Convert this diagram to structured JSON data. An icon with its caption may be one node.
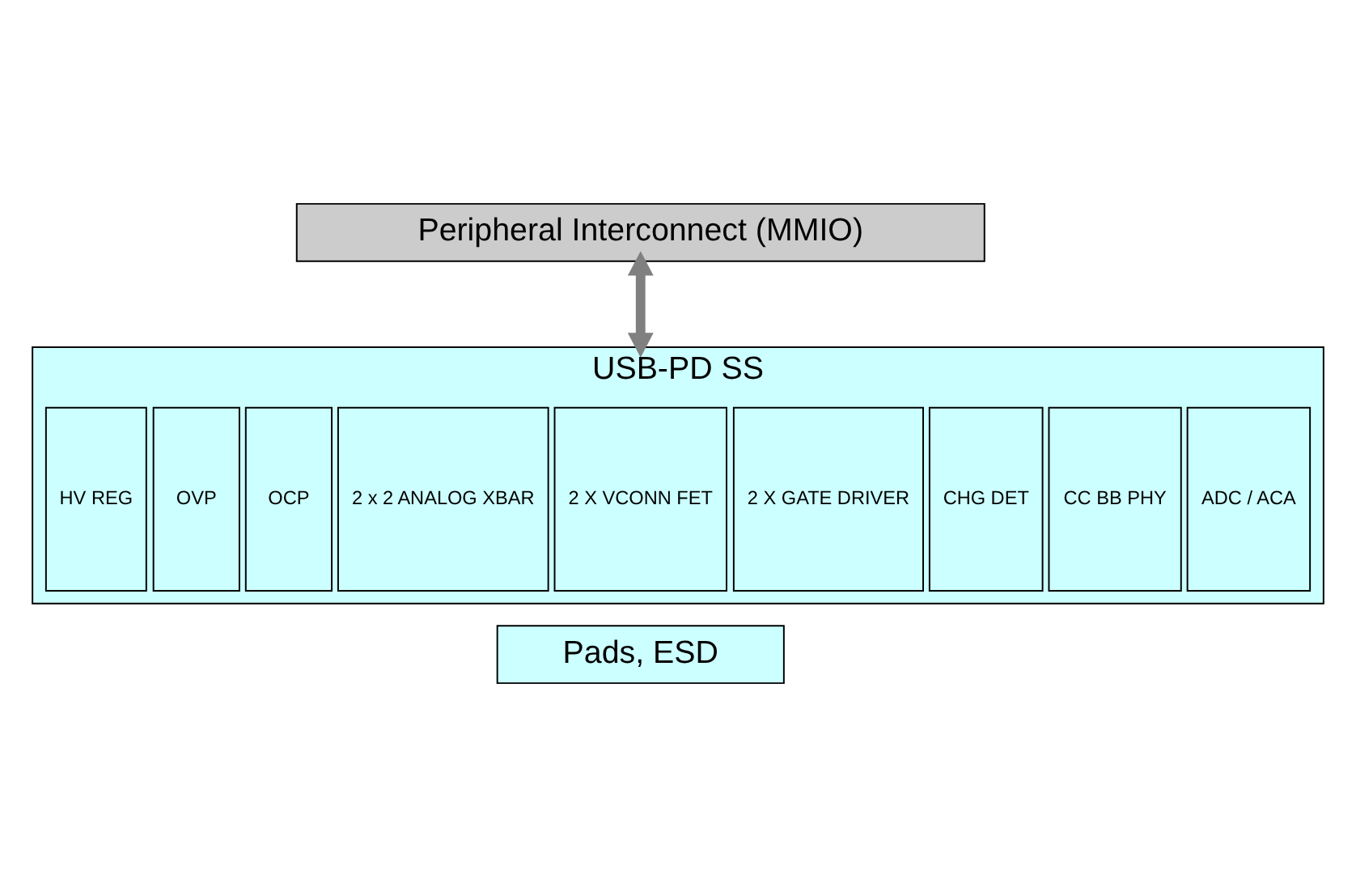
{
  "diagram": {
    "nodes": [
      {
        "text": [
          "Peripheral Interconnect (MMIO)"
        ]
      },
      {
        "text": [
          "USB-PD SS"
        ]
      },
      {
        "text": [
          "HV REG"
        ],
        "in": 1
      },
      {
        "text": [
          "OVP"
        ],
        "in": 1
      },
      {
        "text": [
          "OCP"
        ],
        "in": 1
      },
      {
        "text": [
          "2 x 2 ANALOG XBAR"
        ],
        "in": 1
      },
      {
        "text": [
          "2 X VCONN FET"
        ],
        "in": 1
      },
      {
        "text": [
          "2 X GATE DRIVER"
        ],
        "in": 1
      },
      {
        "text": [
          "CHG DET"
        ],
        "in": 1
      },
      {
        "text": [
          "CC BB PHY"
        ],
        "in": 1
      },
      {
        "text": [
          "ADC / ACA"
        ],
        "in": 1
      },
      {
        "text": [
          "Pads, ESD"
        ]
      }
    ],
    "edges": [
      {
        "from": 0,
        "to": 1,
        "arrow": "both"
      }
    ]
  }
}
